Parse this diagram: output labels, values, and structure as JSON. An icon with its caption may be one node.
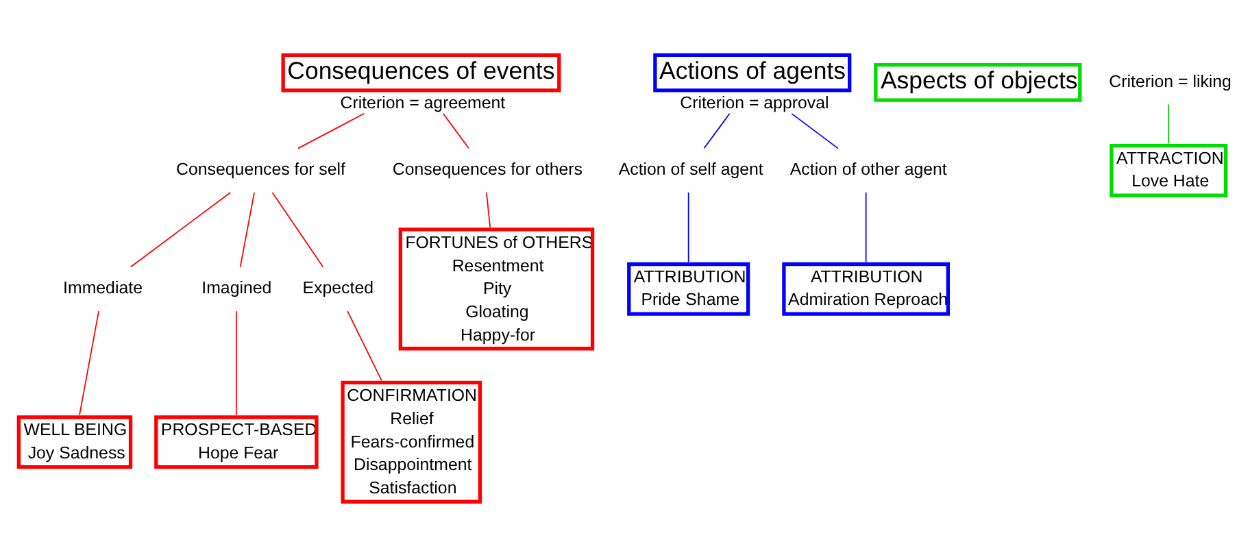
{
  "diagram": {
    "nodes": [
      {
        "text": [
          "Consequences of events"
        ],
        "beside": [
          "Criterion = agreement"
        ]
      },
      {
        "text": [
          "Consequences for self"
        ]
      },
      {
        "text": [
          "Consequences for others"
        ]
      },
      {
        "text": [
          "Immediate"
        ]
      },
      {
        "text": [
          "Imagined"
        ]
      },
      {
        "text": [
          "Expected"
        ]
      },
      {
        "text": [
          "WELL BEING",
          "Joy Sadness"
        ]
      },
      {
        "text": [
          "PROSPECT-BASED",
          "Hope Fear"
        ]
      },
      {
        "text": [
          "CONFIRMATION",
          "Relief",
          "Fears-confirmed",
          "Disappointment",
          "Satisfaction"
        ]
      },
      {
        "text": [
          "FORTUNES of OTHERS",
          "Resentment",
          "Pity",
          "Gloating",
          "Happy-for"
        ]
      },
      {
        "text": [
          "Actions of agents"
        ],
        "beside": [
          "Criterion = approval"
        ]
      },
      {
        "text": [
          "Action of self agent"
        ]
      },
      {
        "text": [
          "Action of other agent"
        ]
      },
      {
        "text": [
          "ATTRIBUTION",
          "Pride Shame"
        ]
      },
      {
        "text": [
          "ATTRIBUTION",
          "Admiration Reproach"
        ]
      },
      {
        "text": [
          "Aspects of objects"
        ]
      },
      {
        "text": [
          "Criterion = liking"
        ]
      },
      {
        "text": [
          "ATTRACTION",
          "Love Hate"
        ]
      }
    ],
    "edges": [
      {
        "from": 0,
        "to": 1,
        "arrow": "none"
      },
      {
        "from": 0,
        "to": 2,
        "arrow": "none"
      },
      {
        "from": 1,
        "to": 3,
        "arrow": "none"
      },
      {
        "from": 1,
        "to": 4,
        "arrow": "none"
      },
      {
        "from": 1,
        "to": 5,
        "arrow": "none"
      },
      {
        "from": 3,
        "to": 6,
        "arrow": "none"
      },
      {
        "from": 4,
        "to": 7,
        "arrow": "none"
      },
      {
        "from": 5,
        "to": 8,
        "arrow": "none"
      },
      {
        "from": 2,
        "to": 9,
        "arrow": "none"
      },
      {
        "from": 10,
        "to": 11,
        "arrow": "none",
        "color": "#0000ff"
      },
      {
        "from": 10,
        "to": 12,
        "arrow": "none",
        "color": "#0000ff"
      },
      {
        "from": 11,
        "to": 13,
        "arrow": "none",
        "color": "#0000ff"
      },
      {
        "from": 12,
        "to": 14,
        "arrow": "none",
        "color": "#0000ff"
      },
      {
        "from": 16,
        "to": 17,
        "arrow": "none",
        "color": "#00cc00"
      }
    ]
  }
}
